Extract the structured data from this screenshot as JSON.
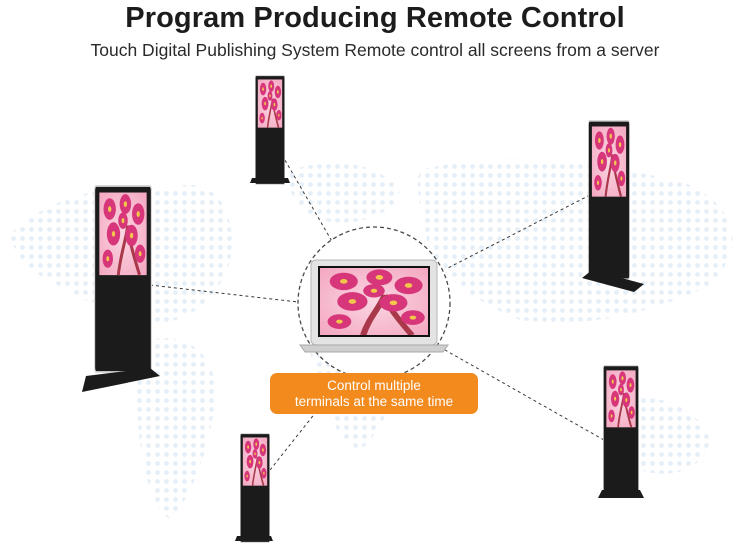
{
  "header": {
    "title": "Program Producing Remote Control",
    "subtitle": "Touch Digital Publishing System Remote control all screens from a server"
  },
  "callout": {
    "line1": "Control multiple",
    "line2": "terminals at the same time"
  },
  "colors": {
    "accent": "#f28a1e",
    "screen_flower": "#d83c7c",
    "screen_bg": "#f5b8cc",
    "kiosk_body": "#1b1b1b",
    "map_dots": "#e4eef6"
  },
  "icons": [
    "laptop-icon",
    "kiosk-icon",
    "world-map-icon"
  ]
}
